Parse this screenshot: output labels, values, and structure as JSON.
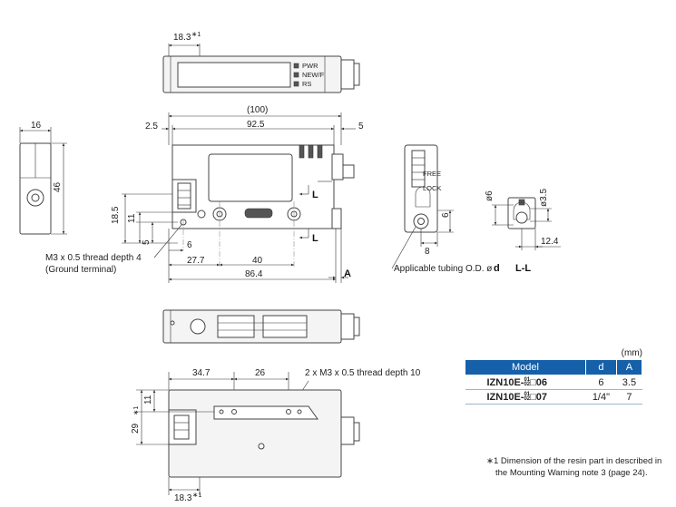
{
  "top_view": {
    "dim_resin": "18.3",
    "resin_mark": "∗1",
    "labels": [
      "PWR",
      "NEW/F",
      "RS"
    ]
  },
  "front_view": {
    "overall_length": "(100)",
    "left_gap": "2.5",
    "main_length": "92.5",
    "right_gap": "5",
    "section_mark": "L",
    "height_18_5": "18.5",
    "height_11": "11",
    "height_5": "5",
    "dim_6": "6",
    "dim_27_7": "27.7",
    "dim_40": "40",
    "dim_86_4": "86.4",
    "dim_A": "A",
    "note_thread": "M3 x 0.5  thread depth 4",
    "note_ground": "(Ground terminal)"
  },
  "side_view": {
    "width_16": "16",
    "height_46": "46"
  },
  "right_view": {
    "labels": [
      "FREE",
      "LOCK"
    ],
    "dim_6": "6",
    "dim_8": "8",
    "tubing_note": "Applicable tubing O.D. ø",
    "tubing_var": "d"
  },
  "section_view": {
    "title": "L-L",
    "dim_phi6": "ø6",
    "dim_phi3_5": "ø3.5",
    "dim_12_4": "12.4"
  },
  "bottom_view": {
    "dim_34_7": "34.7",
    "dim_26": "26",
    "thread_note": "2 x M3 x 0.5  thread depth 10",
    "dim_29": "29",
    "dim_11": "11",
    "resin_mark": "∗1",
    "dim_resin": "18.3"
  },
  "spec_table": {
    "unit": "(mm)",
    "headers": [
      "Model",
      "d",
      "A"
    ],
    "rows": [
      {
        "prefix": "IZN10E-",
        "frac_top": "01",
        "frac_bottom": "02",
        "suffix": "□06",
        "d": "6",
        "a": "3.5"
      },
      {
        "prefix": "IZN10E-",
        "frac_top": "01",
        "frac_bottom": "02",
        "suffix": "□07",
        "d": "1/4\"",
        "a": "7"
      }
    ]
  },
  "footnote": {
    "line1": "∗1 Dimension of the resin part in described in",
    "line2": "the Mounting Warning note 3 (page 24)."
  }
}
